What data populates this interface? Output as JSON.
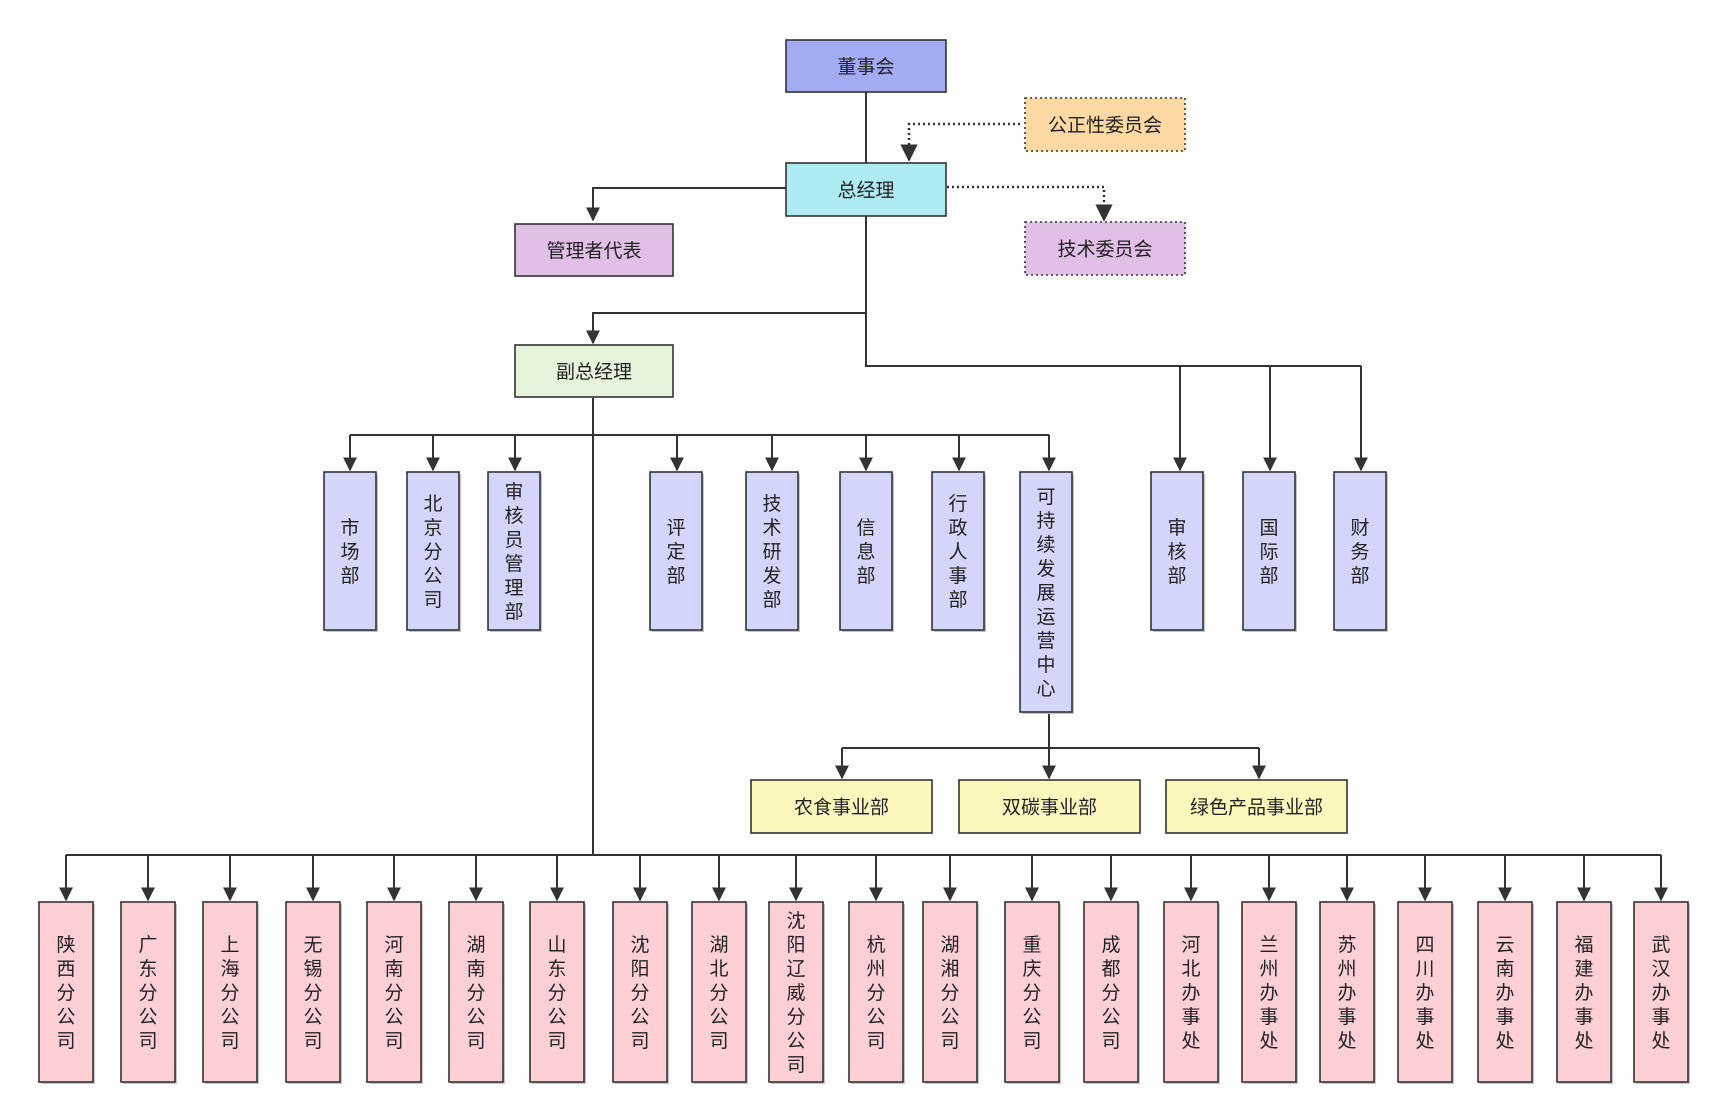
{
  "top": {
    "board": "董事会",
    "general_manager": "总经理",
    "fairness_committee": "公正性委员会",
    "tech_committee": "技术委员会",
    "mgmt_rep": "管理者代表",
    "deputy_gm": "副总经理"
  },
  "departments": [
    "市场部",
    "北京分公司",
    "审核员管理部",
    "评定部",
    "技术研发部",
    "信息部",
    "行政人事部",
    "可持续发展运营中心"
  ],
  "gm_departments": [
    "审核部",
    "国际部",
    "财务部"
  ],
  "business_units": [
    "农食事业部",
    "双碳事业部",
    "绿色产品事业部"
  ],
  "branches": [
    "陕西分公司",
    "广东分公司",
    "上海分公司",
    "无锡分公司",
    "河南分公司",
    "湖南分公司",
    "山东分公司",
    "沈阳分公司",
    "湖北分公司",
    "沈阳辽威分公司",
    "杭州分公司",
    "湖湘分公司",
    "重庆分公司",
    "成都分公司",
    "河北办事处",
    "兰州办事处",
    "苏州办事处",
    "四川办事处",
    "云南办事处",
    "福建办事处",
    "武汉办事处"
  ],
  "colors": {
    "board": "#a3abf2",
    "general_manager": "#aeeaf2",
    "fairness_committee": "#ffd9a3",
    "committee_purple": "#e2bfe7",
    "deputy_gm": "#e5f4da",
    "department": "#d4d5fb",
    "business_unit": "#fbf7bd",
    "branch": "#ffcfd6",
    "line": "#333333"
  }
}
